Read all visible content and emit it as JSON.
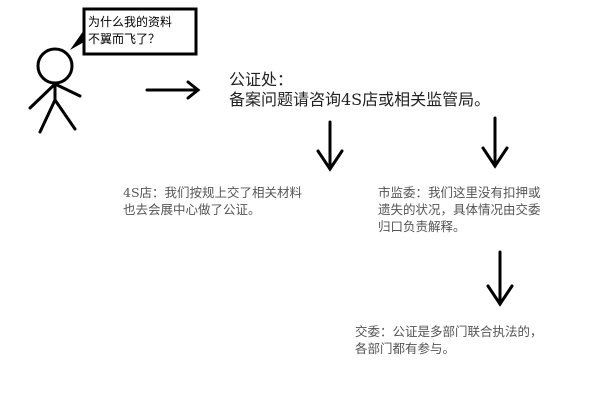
{
  "speech": "为什么我的资料\n不翼而飞了？",
  "notary": {
    "title": "公证处：",
    "text": "备案问题请咨询4S店或相关监管局。"
  },
  "responses": {
    "dealer": "4S店：我们按规上交了相关材料\n也去会展中心做了公证。",
    "market_bureau": "市监委：我们这里没有扣押或\n遗失的状况，具体情况由交委\n归口负责解释。",
    "transport": "交委：公证是多部门联合执法的，\n各部门都有参与。"
  }
}
